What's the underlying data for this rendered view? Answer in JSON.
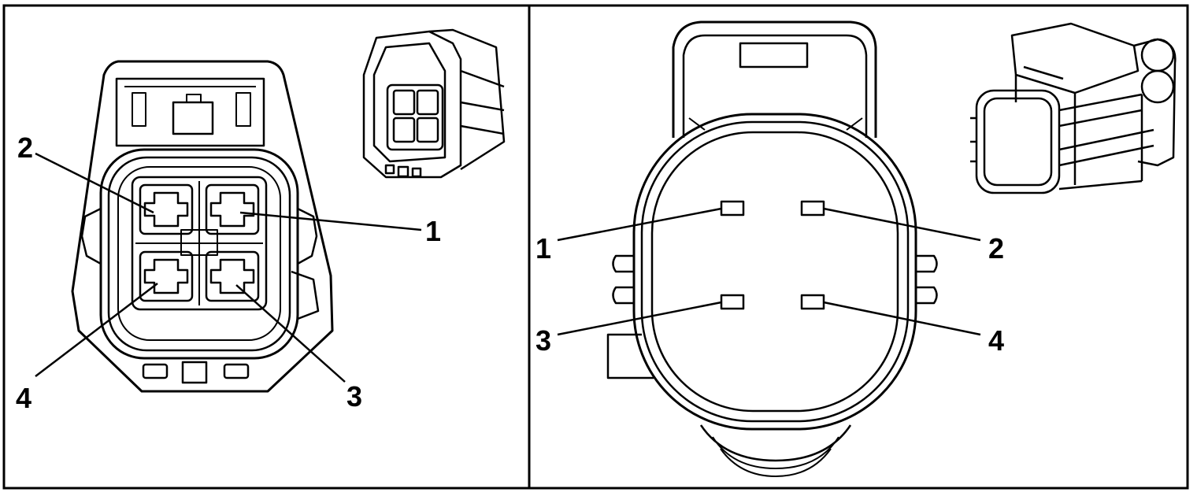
{
  "female_connector": {
    "pin_labels": {
      "p1": "1",
      "p2": "2",
      "p3": "3",
      "p4": "4"
    }
  },
  "male_connector": {
    "pin_labels": {
      "p1": "1",
      "p2": "2",
      "p3": "3",
      "p4": "4"
    }
  },
  "colors": {
    "line": "#000000",
    "background": "#ffffff"
  }
}
